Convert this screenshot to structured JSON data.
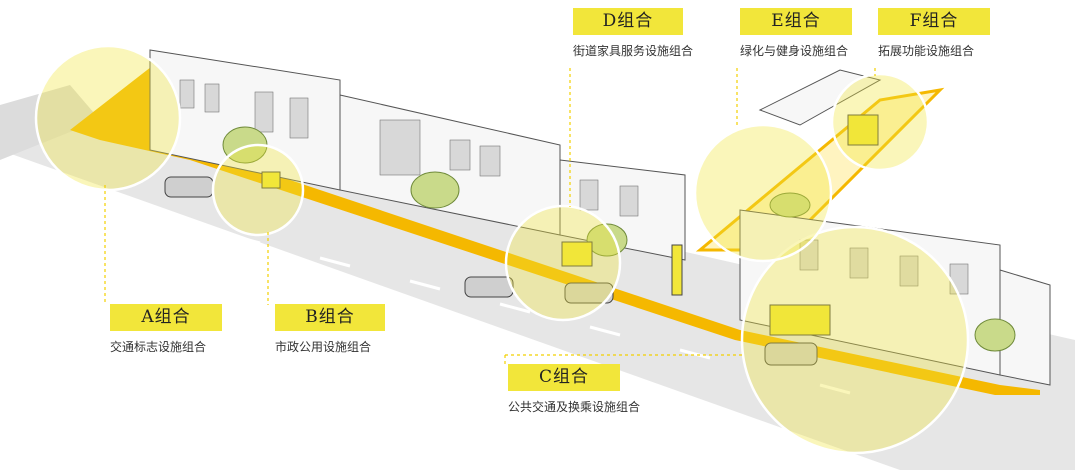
{
  "groups": [
    {
      "id": "A",
      "title": "A组合",
      "desc": "交通标志设施组合"
    },
    {
      "id": "B",
      "title": "B组合",
      "desc": "市政公用设施组合"
    },
    {
      "id": "C",
      "title": "C组合",
      "desc": "公共交通及换乘设施组合"
    },
    {
      "id": "D",
      "title": "D组合",
      "desc": "街道家具服务设施组合"
    },
    {
      "id": "E",
      "title": "E组合",
      "desc": "绿化与健身设施组合"
    },
    {
      "id": "F",
      "title": "F组合",
      "desc": "拓展功能设施组合"
    }
  ],
  "colors": {
    "highlight": "#f2e63a",
    "sidewalk": "#f5b800",
    "road": "#e6e6e6",
    "building": "#f7f7f7",
    "outline": "#555555",
    "tree": "#c9da8a"
  }
}
